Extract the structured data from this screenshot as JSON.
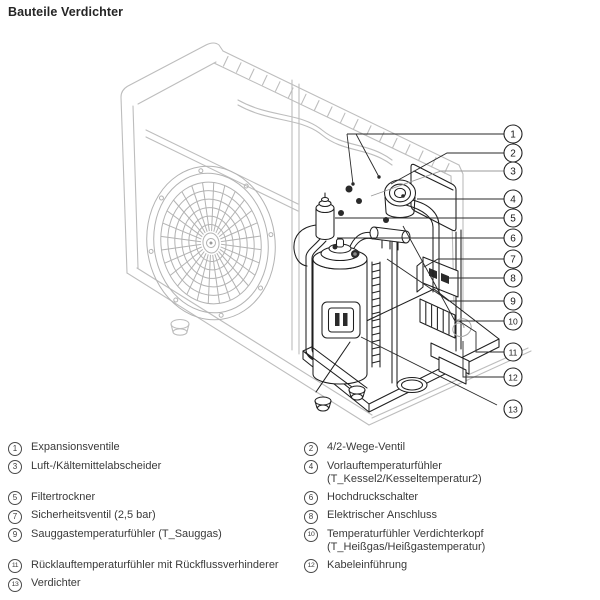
{
  "page": {
    "title": "Bauteile Verdichter"
  },
  "colors": {
    "casing": "#bdbdbd",
    "parts": "#1f1f1f",
    "text": "#3a3a3a",
    "background": "#ffffff"
  },
  "diagram": {
    "callouts": [
      {
        "n": "1"
      },
      {
        "n": "2"
      },
      {
        "n": "3"
      },
      {
        "n": "4"
      },
      {
        "n": "5"
      },
      {
        "n": "6"
      },
      {
        "n": "7"
      },
      {
        "n": "8"
      },
      {
        "n": "9"
      },
      {
        "n": "10"
      },
      {
        "n": "11"
      },
      {
        "n": "12"
      },
      {
        "n": "13"
      }
    ]
  },
  "legend": {
    "rows": [
      {
        "left": {
          "n": "1",
          "label": "Expansionsventile"
        },
        "right": {
          "n": "2",
          "label": "4/2-Wege-Ventil"
        }
      },
      {
        "left": {
          "n": "3",
          "label": "Luft-/Kältemittelabscheider"
        },
        "right": {
          "n": "4",
          "label": "Vorlauftemperaturfühler (T_Kessel2/Kesseltemperatur2)"
        }
      },
      {
        "left": {
          "n": "5",
          "label": "Filtertrockner"
        },
        "right": {
          "n": "6",
          "label": "Hochdruckschalter"
        }
      },
      {
        "left": {
          "n": "7",
          "label": "Sicherheitsventil (2,5 bar)"
        },
        "right": {
          "n": "8",
          "label": "Elektrischer Anschluss"
        }
      },
      {
        "left": {
          "n": "9",
          "label": "Sauggastemperaturfühler (T_Sauggas)"
        },
        "right": {
          "n": "10",
          "label": "Temperaturfühler Verdichterkopf (T_Heißgas/Heißgastemperatur)"
        }
      },
      {
        "left": {
          "n": "11",
          "label": "Rücklauftemperaturfühler mit Rückflussverhinderer"
        },
        "right": {
          "n": "12",
          "label": "Kabeleinführung"
        }
      },
      {
        "left": {
          "n": "13",
          "label": "Verdichter"
        }
      }
    ]
  }
}
